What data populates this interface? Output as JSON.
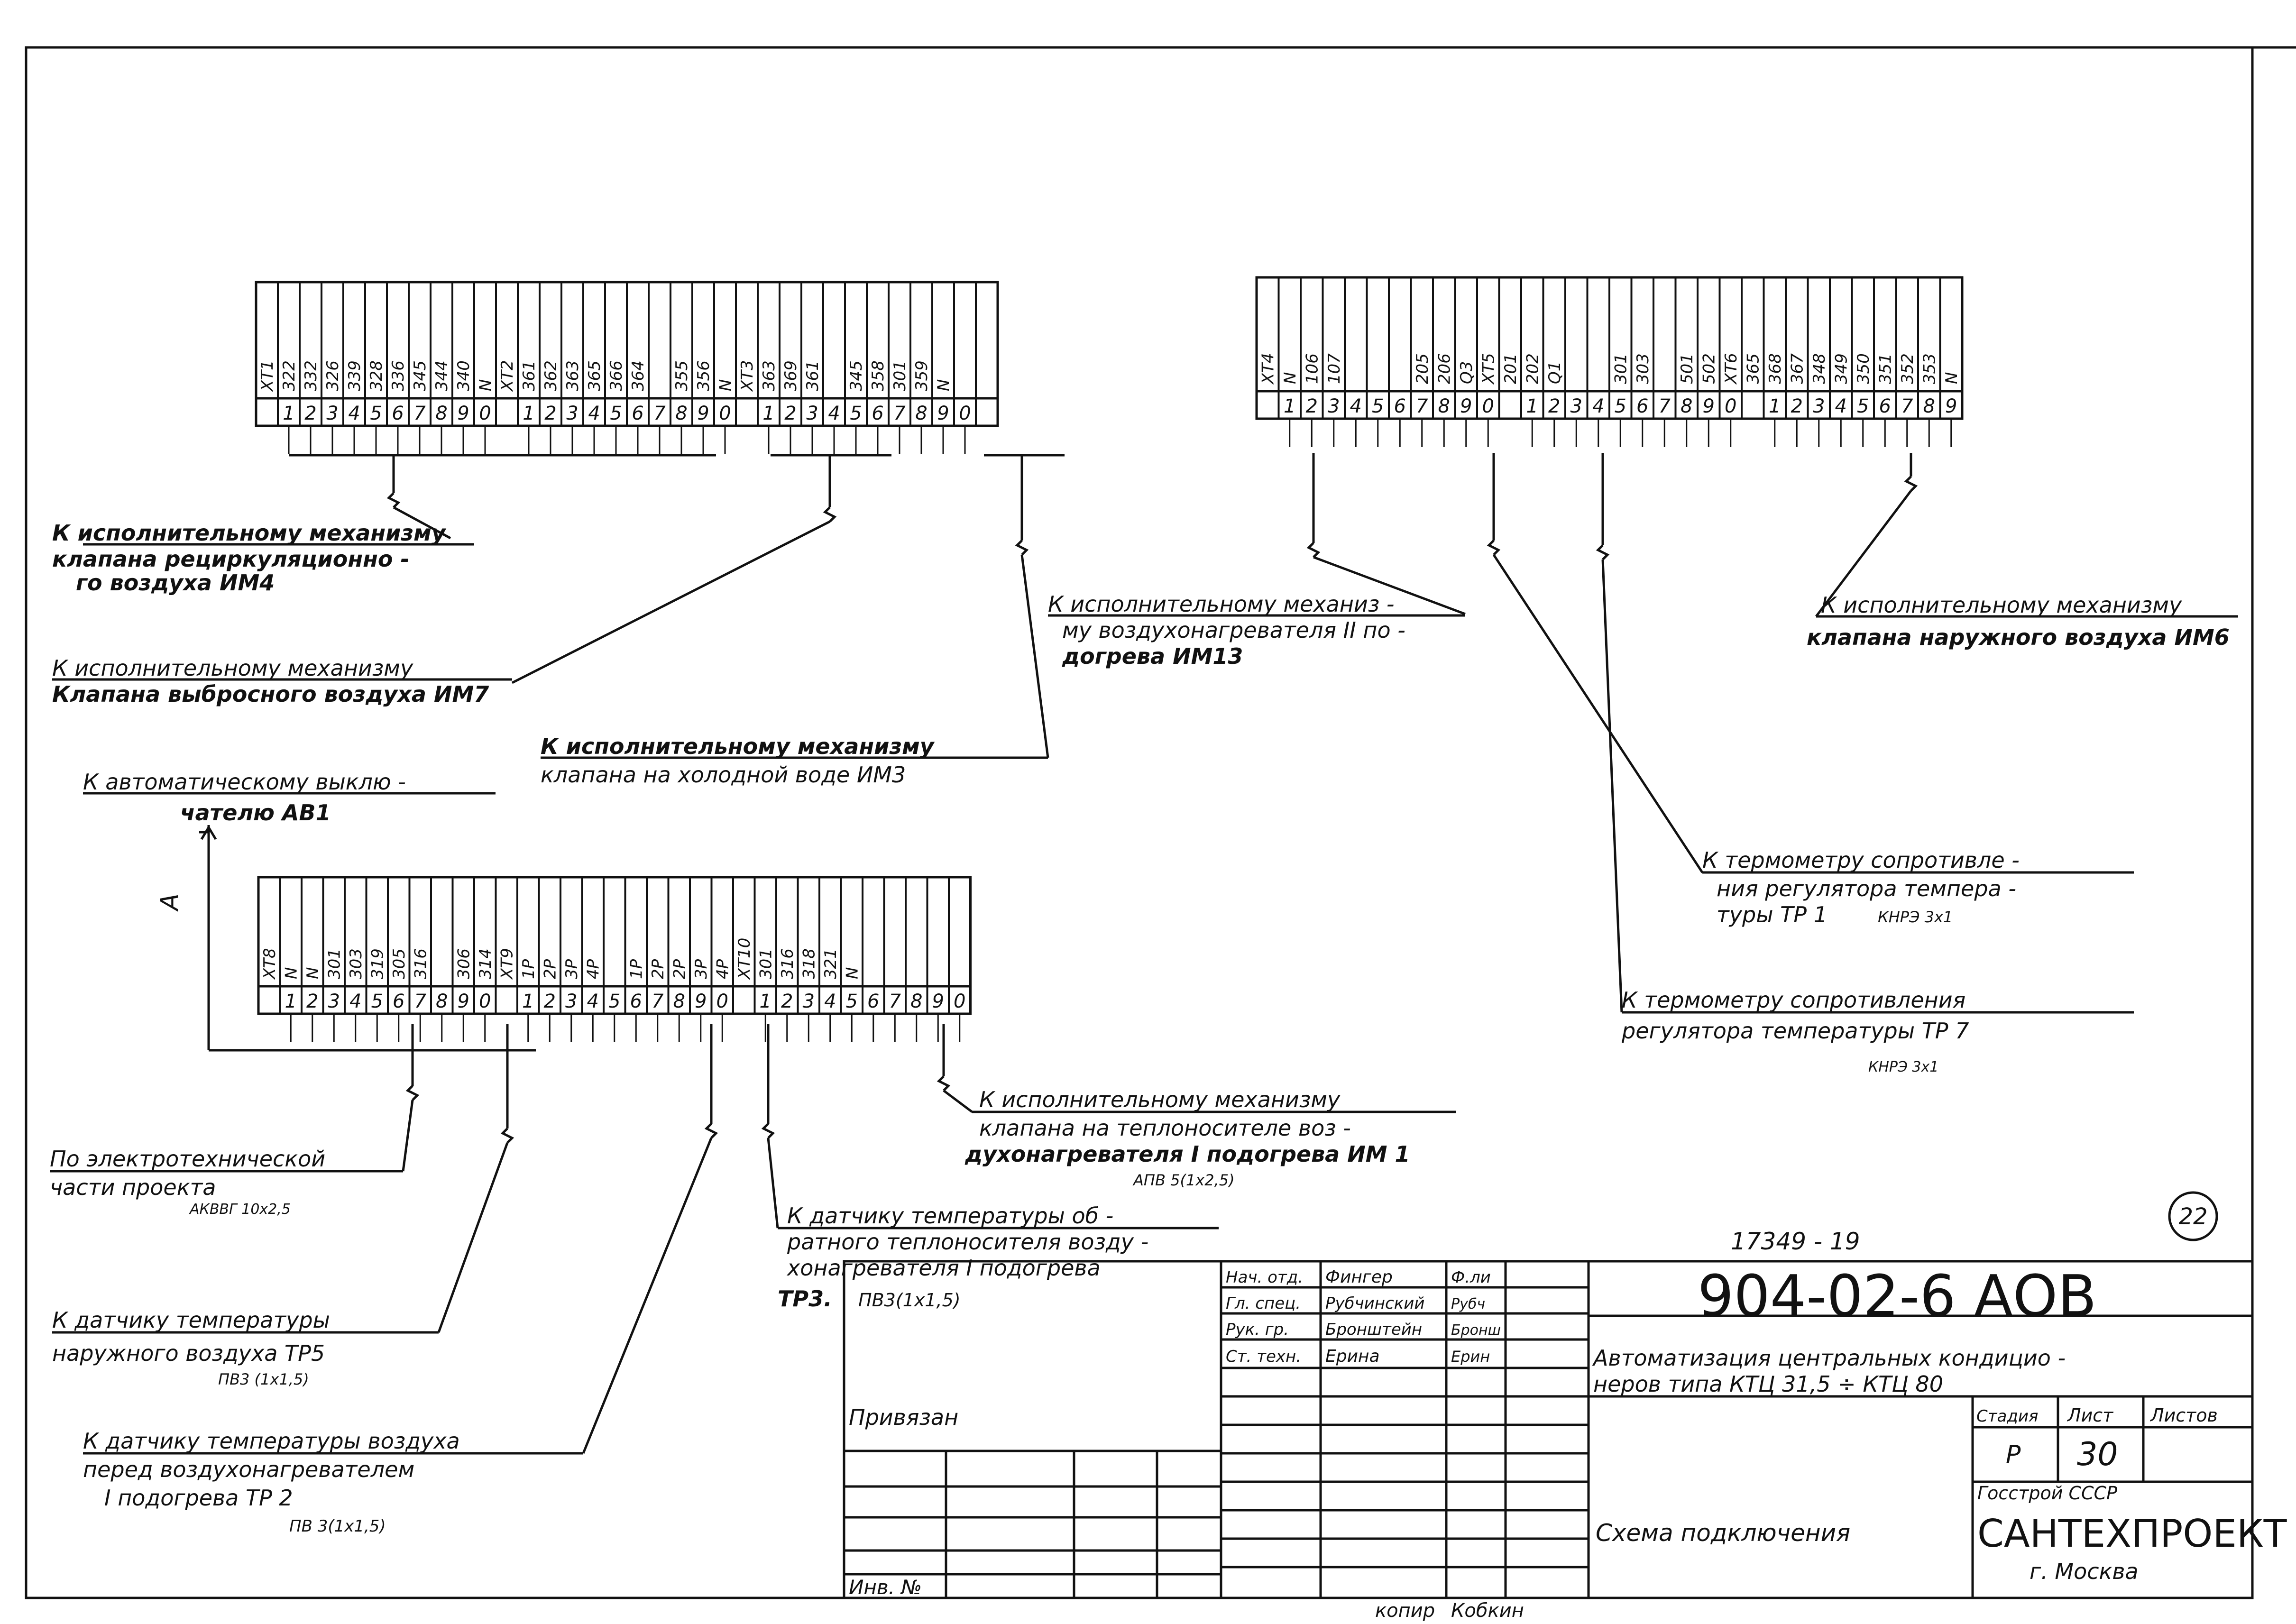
{
  "strips": {
    "s1": {
      "wires": [
        "XT1",
        "322",
        "332",
        "326",
        "339",
        "328",
        "336",
        "345",
        "344",
        "340",
        "N",
        "XT2",
        "361",
        "362",
        "363",
        "365",
        "366",
        "364",
        "",
        "355",
        "356",
        "N",
        "XT3",
        "363",
        "369",
        "361",
        "",
        "345",
        "358",
        "301",
        "359",
        "N",
        "",
        ""
      ],
      "terms": [
        "",
        "1",
        "2",
        "3",
        "4",
        "5",
        "6",
        "7",
        "8",
        "9",
        "0",
        "",
        "1",
        "2",
        "3",
        "4",
        "5",
        "6",
        "7",
        "8",
        "9",
        "0",
        "",
        "1",
        "2",
        "3",
        "4",
        "5",
        "6",
        "7",
        "8",
        "9",
        "0",
        ""
      ]
    },
    "s2": {
      "wires": [
        "XT4",
        "N",
        "106",
        "107",
        "",
        "",
        "",
        "205",
        "206",
        "Q3",
        "XT5",
        "201",
        "202",
        "Q1",
        "",
        "",
        "301",
        "303",
        "",
        "501",
        "502",
        "XT6",
        "365",
        "368",
        "367",
        "348",
        "349",
        "350",
        "351",
        "352",
        "353",
        "N"
      ],
      "terms": [
        "",
        "1",
        "2",
        "3",
        "4",
        "5",
        "6",
        "7",
        "8",
        "9",
        "0",
        "",
        "1",
        "2",
        "3",
        "4",
        "5",
        "6",
        "7",
        "8",
        "9",
        "0",
        "",
        "1",
        "2",
        "3",
        "4",
        "5",
        "6",
        "7",
        "8",
        "9",
        "0"
      ]
    },
    "s3": {
      "wires": [
        "XT8",
        "N",
        "N",
        "301",
        "303",
        "319",
        "305",
        "316",
        "",
        "306",
        "314",
        "XT9",
        "1P",
        "2P",
        "3P",
        "4P",
        "",
        "1P",
        "2P",
        "2P",
        "3P",
        "4P",
        "XT10",
        "301",
        "316",
        "318",
        "321",
        "N",
        "",
        "",
        "",
        "",
        ""
      ],
      "terms": [
        "",
        "1",
        "2",
        "3",
        "4",
        "5",
        "6",
        "7",
        "8",
        "9",
        "0",
        "",
        "1",
        "2",
        "3",
        "4",
        "5",
        "6",
        "7",
        "8",
        "9",
        "0",
        "",
        "1",
        "2",
        "3",
        "4",
        "5",
        "6",
        "7",
        "8",
        "9",
        "0"
      ]
    }
  },
  "labels": {
    "im4_l1": "К исполнительному механизму",
    "im4_l2": "клапана рециркуляционно -",
    "im4_l3": "го воздуха ИМ4",
    "im7_l1": "К исполнительному механизму",
    "im7_l2": "Клапана выбросного воздуха ИМ7",
    "im3_l1": "К исполнительному механизму",
    "im3_l2": "клапана на холодной воде ИМ3",
    "im13_l1": "К исполнительному механиз -",
    "im13_l2": "му воздухонагревателя II по -",
    "im13_l3": "догрева ИМ13",
    "im6_l1": "К исполнительному механизму",
    "im6_l2": "клапана наружного воздуха ИМ6",
    "ab1_l1": "К автоматическому выклю -",
    "ab1_l2": "чателю АВ1",
    "a_mark": "А",
    "tp1_l1": "К термометру сопротивле -",
    "tp1_l2": "ния регулятора темпера -",
    "tp1_l3": "туры ТР 1",
    "tp1_cable": "КНРЭ 3х1",
    "tp7_l1": "К термометру сопротивления",
    "tp7_l2": "регулятора температуры ТР 7",
    "tp7_cable": "КНРЭ 3х1",
    "im1_l1": "К исполнительному механизму",
    "im1_l2": "клапана на теплоносителе воз -",
    "im1_l3": "духонагревателя I подогрева ИМ 1",
    "im1_cable": "АПВ 5(1х2,5)",
    "et_l1": "По электротехнической",
    "et_l2": "части проекта",
    "et_cable": "АКВВГ 10х2,5",
    "tp3_l1": "К датчику температуры об -",
    "tp3_l2": "ратного теплоносителя возду -",
    "tp3_l3": "хонагревателя I подогрева",
    "tp3_l4": "ТР3.",
    "tp3_cable": "ПВ3(1х1,5)",
    "tp5_l1": "К датчику температуры",
    "tp5_l2": "наружного воздуха ТР5",
    "tp5_cable": "ПВ3 (1х1,5)",
    "tp2_l1": "К датчику температуры воздуха",
    "tp2_l2": "перед воздухонагревателем",
    "tp2_l3": "I подогрева ТР 2",
    "tp2_cable": "ПВ 3(1х1,5)"
  },
  "stamp": {
    "sheet_circle": "22",
    "inv_number": "17349 - 19",
    "doc_code": "904-02-6 АОВ",
    "roles": [
      {
        "role": "Нач. отд.",
        "name": "Фингер",
        "sign": "Ф.ли"
      },
      {
        "role": "Гл. спец.",
        "name": "Рубчинский",
        "sign": "Рубч"
      },
      {
        "role": "Рук. гр.",
        "name": "Бронштейн",
        "sign": "Бронш"
      },
      {
        "role": "Ст. техн.",
        "name": "Ерина",
        "sign": "Ерин"
      }
    ],
    "title_l1": "Автоматизация центральных кондицио -",
    "title_l2": "неров типа КТЦ 31,5 ÷ КТЦ 80",
    "stage_hdr": "Стадия",
    "sheet_hdr": "Лист",
    "sheets_hdr": "Листов",
    "stage": "Р",
    "sheet": "30",
    "sheets": "",
    "privyazan": "Привязан",
    "inv_label": "Инв. №",
    "drawing_name": "Схема подключения",
    "org_l1": "Госстрой СССР",
    "org_l2": "САНТЕХПРОЕКТ",
    "org_l3": "г. Москва",
    "copy_label": "копир",
    "copy_sign": "Кобкин"
  }
}
